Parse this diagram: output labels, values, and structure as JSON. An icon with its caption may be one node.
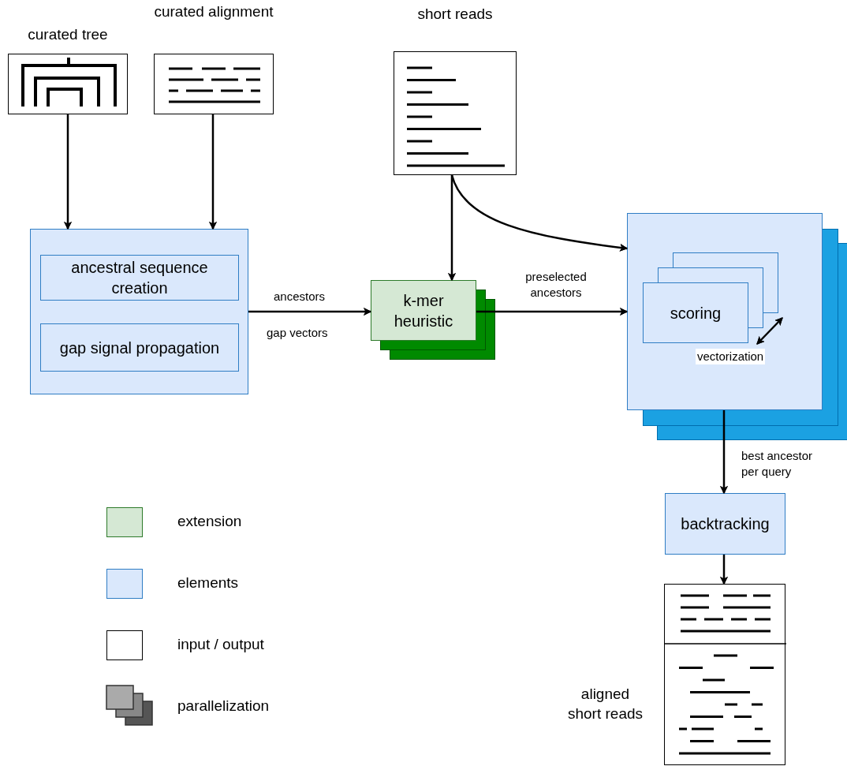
{
  "diagram": {
    "nodes": [
      {
        "text": [
          "curated tree"
        ]
      },
      {
        "text": [
          "curated alignment"
        ]
      },
      {
        "text": [
          "short reads"
        ]
      },
      {
        "text": [],
        "shape": "box"
      },
      {
        "text": [
          "ancestral sequence creation"
        ],
        "in": 3
      },
      {
        "text": [
          "gap signal propagation"
        ],
        "in": 3
      },
      {
        "text": [
          "k-mer heuristic"
        ]
      },
      {
        "text": [],
        "shape": "box"
      },
      {
        "text": [
          "scoring"
        ],
        "in": 7
      },
      {
        "text": [
          "backtracking"
        ]
      },
      {
        "text": [
          "aligned short reads"
        ]
      }
    ],
    "edges": [
      {
        "from": 0,
        "to": 3,
        "arrow": "to"
      },
      {
        "from": 1,
        "to": 3,
        "arrow": "to"
      },
      {
        "from": 2,
        "to": 6,
        "arrow": "to"
      },
      {
        "from": 2,
        "to": 7,
        "arrow": "to"
      },
      {
        "from": 3,
        "to": 6,
        "arrow": "to",
        "label": "ancestors"
      },
      {
        "from": 6,
        "to": 7,
        "arrow": "to",
        "label": "preselected ancestors"
      },
      {
        "from": 7,
        "to": 9,
        "arrow": "to",
        "label": "best ancestor per query"
      },
      {
        "from": 9,
        "to": 10,
        "arrow": "to"
      }
    ],
    "labels": [
      "gap vectors",
      "vectorization"
    ],
    "legend": [
      {
        "text": "extension",
        "color": "#d5e8d4"
      },
      {
        "text": "elements",
        "color": "#dae8fc"
      },
      {
        "text": "input / output",
        "color": "#ffffff"
      },
      {
        "text": "parallelization"
      }
    ]
  }
}
